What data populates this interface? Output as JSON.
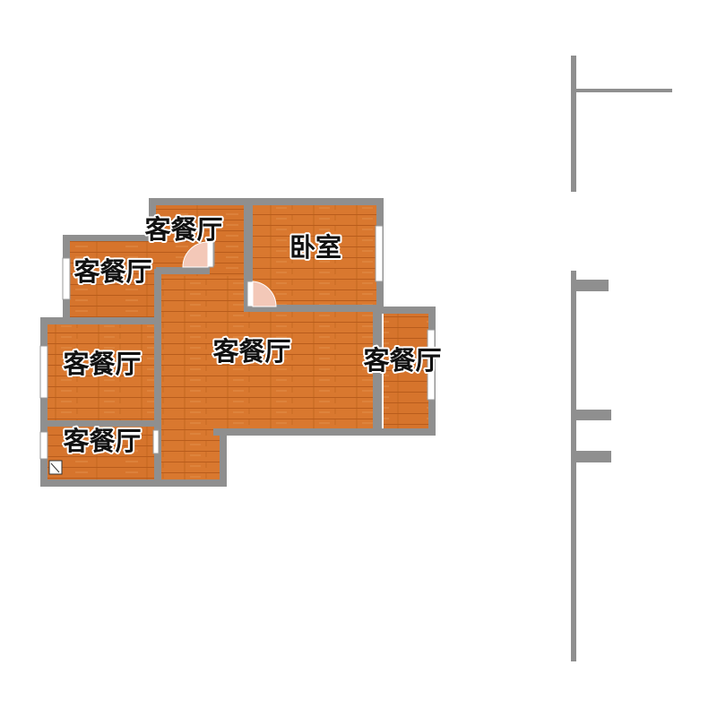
{
  "plan": {
    "colors": {
      "wall": "#8f8f8f",
      "floor": "#d9782f",
      "floor_grain": "#b85c1c",
      "window": "#ffffff",
      "door_swing": "#f3c8b8"
    },
    "rooms": [
      {
        "id": "top-small",
        "label": "客餐厅"
      },
      {
        "id": "bedroom",
        "label": "卧室"
      },
      {
        "id": "upper-left",
        "label": "客餐厅"
      },
      {
        "id": "main",
        "label": "客餐厅"
      },
      {
        "id": "right",
        "label": "客餐厅"
      },
      {
        "id": "left-mid",
        "label": "客餐厅"
      },
      {
        "id": "bottom-left",
        "label": "客餐厅"
      }
    ]
  }
}
